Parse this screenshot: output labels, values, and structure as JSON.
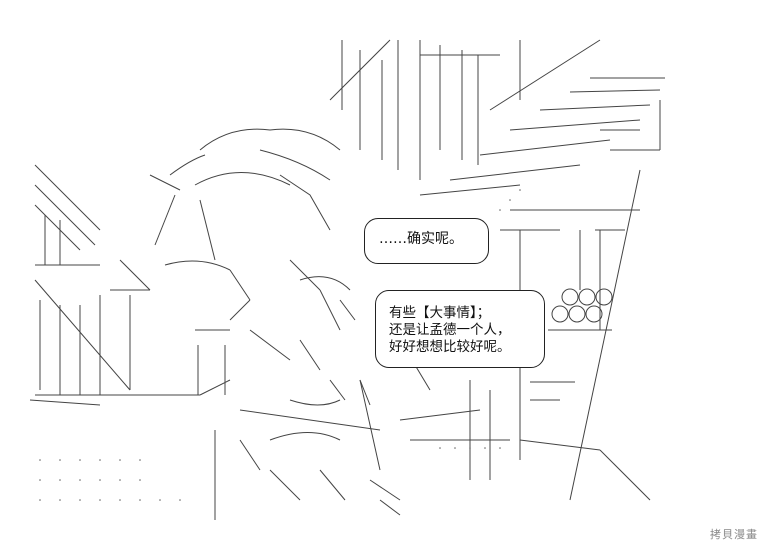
{
  "speech_bubbles": [
    {
      "lines": [
        "……确实呢。"
      ]
    },
    {
      "lines": [
        "有些【大事情】；",
        "还是让孟德一个人，",
        "好好想想比较好呢。"
      ]
    }
  ],
  "watermark": "拷貝漫畫",
  "colors": {
    "background": "#ffffff",
    "ink": "#222222",
    "watermark": "#888888"
  }
}
